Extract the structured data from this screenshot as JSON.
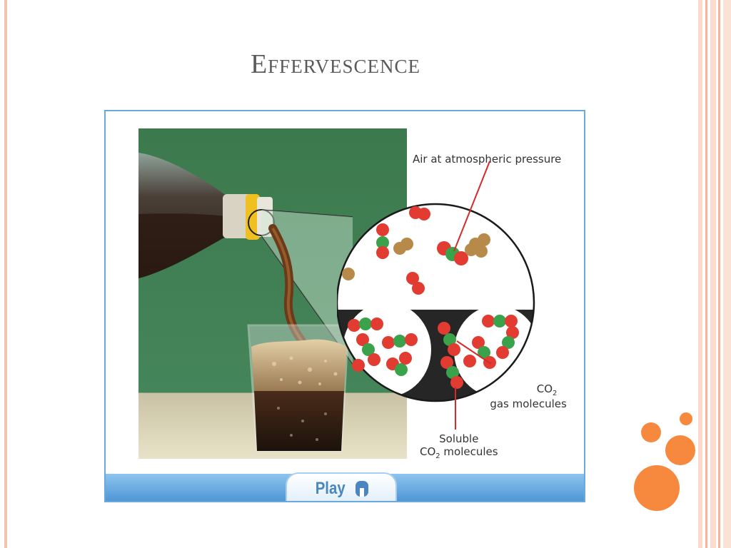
{
  "slide": {
    "title": "Effervescence"
  },
  "figure": {
    "labels": {
      "air": "Air at atmospheric pressure",
      "co2_gas_line1": "CO",
      "co2_gas_sub": "2",
      "co2_gas_line2": "gas molecules",
      "soluble_line1": "Soluble",
      "soluble_co2": "CO",
      "soluble_sub": "2",
      "soluble_rest": " molecules"
    },
    "play_button": {
      "label": "Play"
    }
  },
  "colors": {
    "accent_orange": "#f7893f",
    "frame_blue": "#6aa9dd",
    "background_green": "#3f7a4e",
    "molecule_red": "#e23b32",
    "molecule_green": "#3aa24a",
    "molecule_tan": "#b88a4a"
  },
  "icons": {
    "play": "play-icon"
  }
}
